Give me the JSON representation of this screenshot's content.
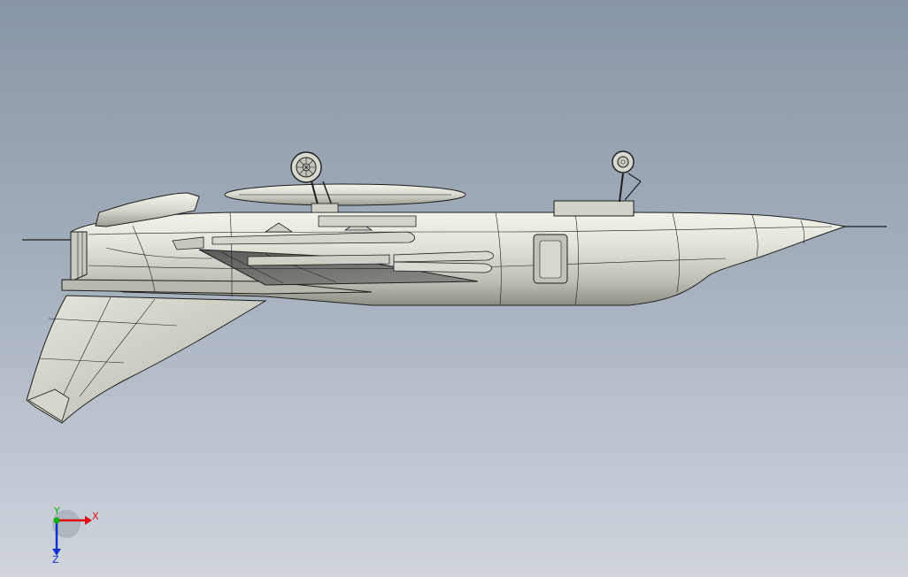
{
  "viewport": {
    "background_top": "#8996a7",
    "background_bottom": "#d0d5dc",
    "model": {
      "part_color": "#dcdcd2",
      "edge_color": "#1e1e1e",
      "shadow_color": "#6e6e68"
    }
  },
  "triad": {
    "x_label": "X",
    "y_label": "Y",
    "z_label": "Z",
    "x_color": "#e01010",
    "y_color": "#10b010",
    "z_color": "#1030d0"
  }
}
